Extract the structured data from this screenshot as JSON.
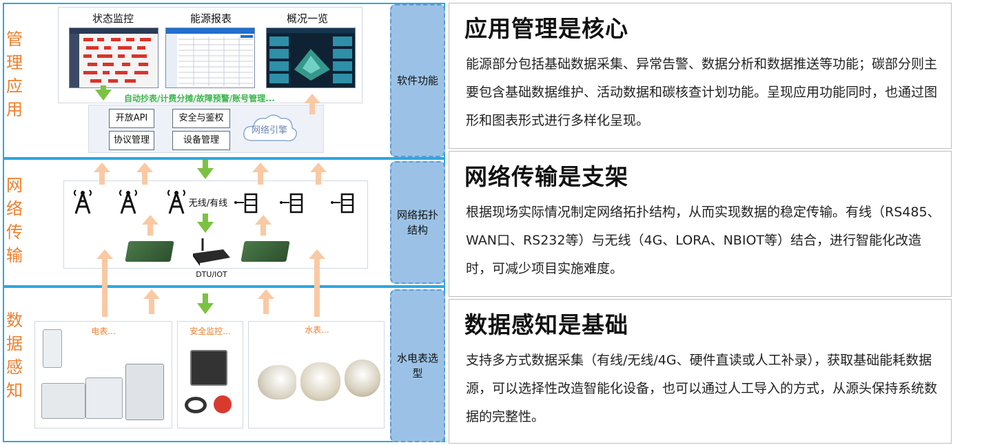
{
  "layers": [
    {
      "title": "管理应用",
      "side": "软件功能"
    },
    {
      "title": "网络传输",
      "side": "网络拓扑结构"
    },
    {
      "title": "数据感知",
      "side": "水电表选型"
    }
  ],
  "app": {
    "screens": [
      "状态监控",
      "能源报表",
      "概况一览"
    ],
    "feature_line": "自动抄表/计费分摊/故障预警/账号管理...",
    "buttons": [
      "开放API",
      "安全与鉴权",
      "协议管理",
      "设备管理"
    ],
    "cloud": "网络引擎"
  },
  "network": {
    "wire_label": "无线/有线",
    "dtu_label": "DTU/IOT"
  },
  "sensing": {
    "groups": [
      "电表...",
      "安全监控...",
      "水表..."
    ]
  },
  "panels": [
    {
      "title": "应用管理是核心",
      "body": "能源部分包括基础数据采集、异常告警、数据分析和数据推送等功能；碳部分则主要包含基础数据维护、活动数据和碳核查计划功能。呈现应用功能同时，也通过图形和图表形式进行多样化呈现。"
    },
    {
      "title": "网络传输是支架",
      "body": "根据现场实际情况制定网络拓扑结构，从而实现数据的稳定传输。有线（RS485、WAN口、RS232等）与无线（4G、LORA、NBIOT等）结合，进行智能化改造时，可减少项目实施难度。"
    },
    {
      "title": "数据感知是基础",
      "body": "支持多方式数据采集（有线/无线/4G、硬件直读或人工补录），获取基础能耗数据源，可以选择性改造智能化设备，也可以通过人工导入的方式，从源头保持系统数据的完整性。"
    }
  ],
  "colors": {
    "frame": "#2aa8e0",
    "accent": "#ef7f2c",
    "up_arrow": "#f9c9a3",
    "down_arrow": "#7cc242",
    "side_fill": "#9bc2e6"
  },
  "icons": [
    "signal-tower-icon",
    "gateway-node-icon",
    "dtu-device-icon",
    "meter-icon",
    "water-meter-icon"
  ]
}
